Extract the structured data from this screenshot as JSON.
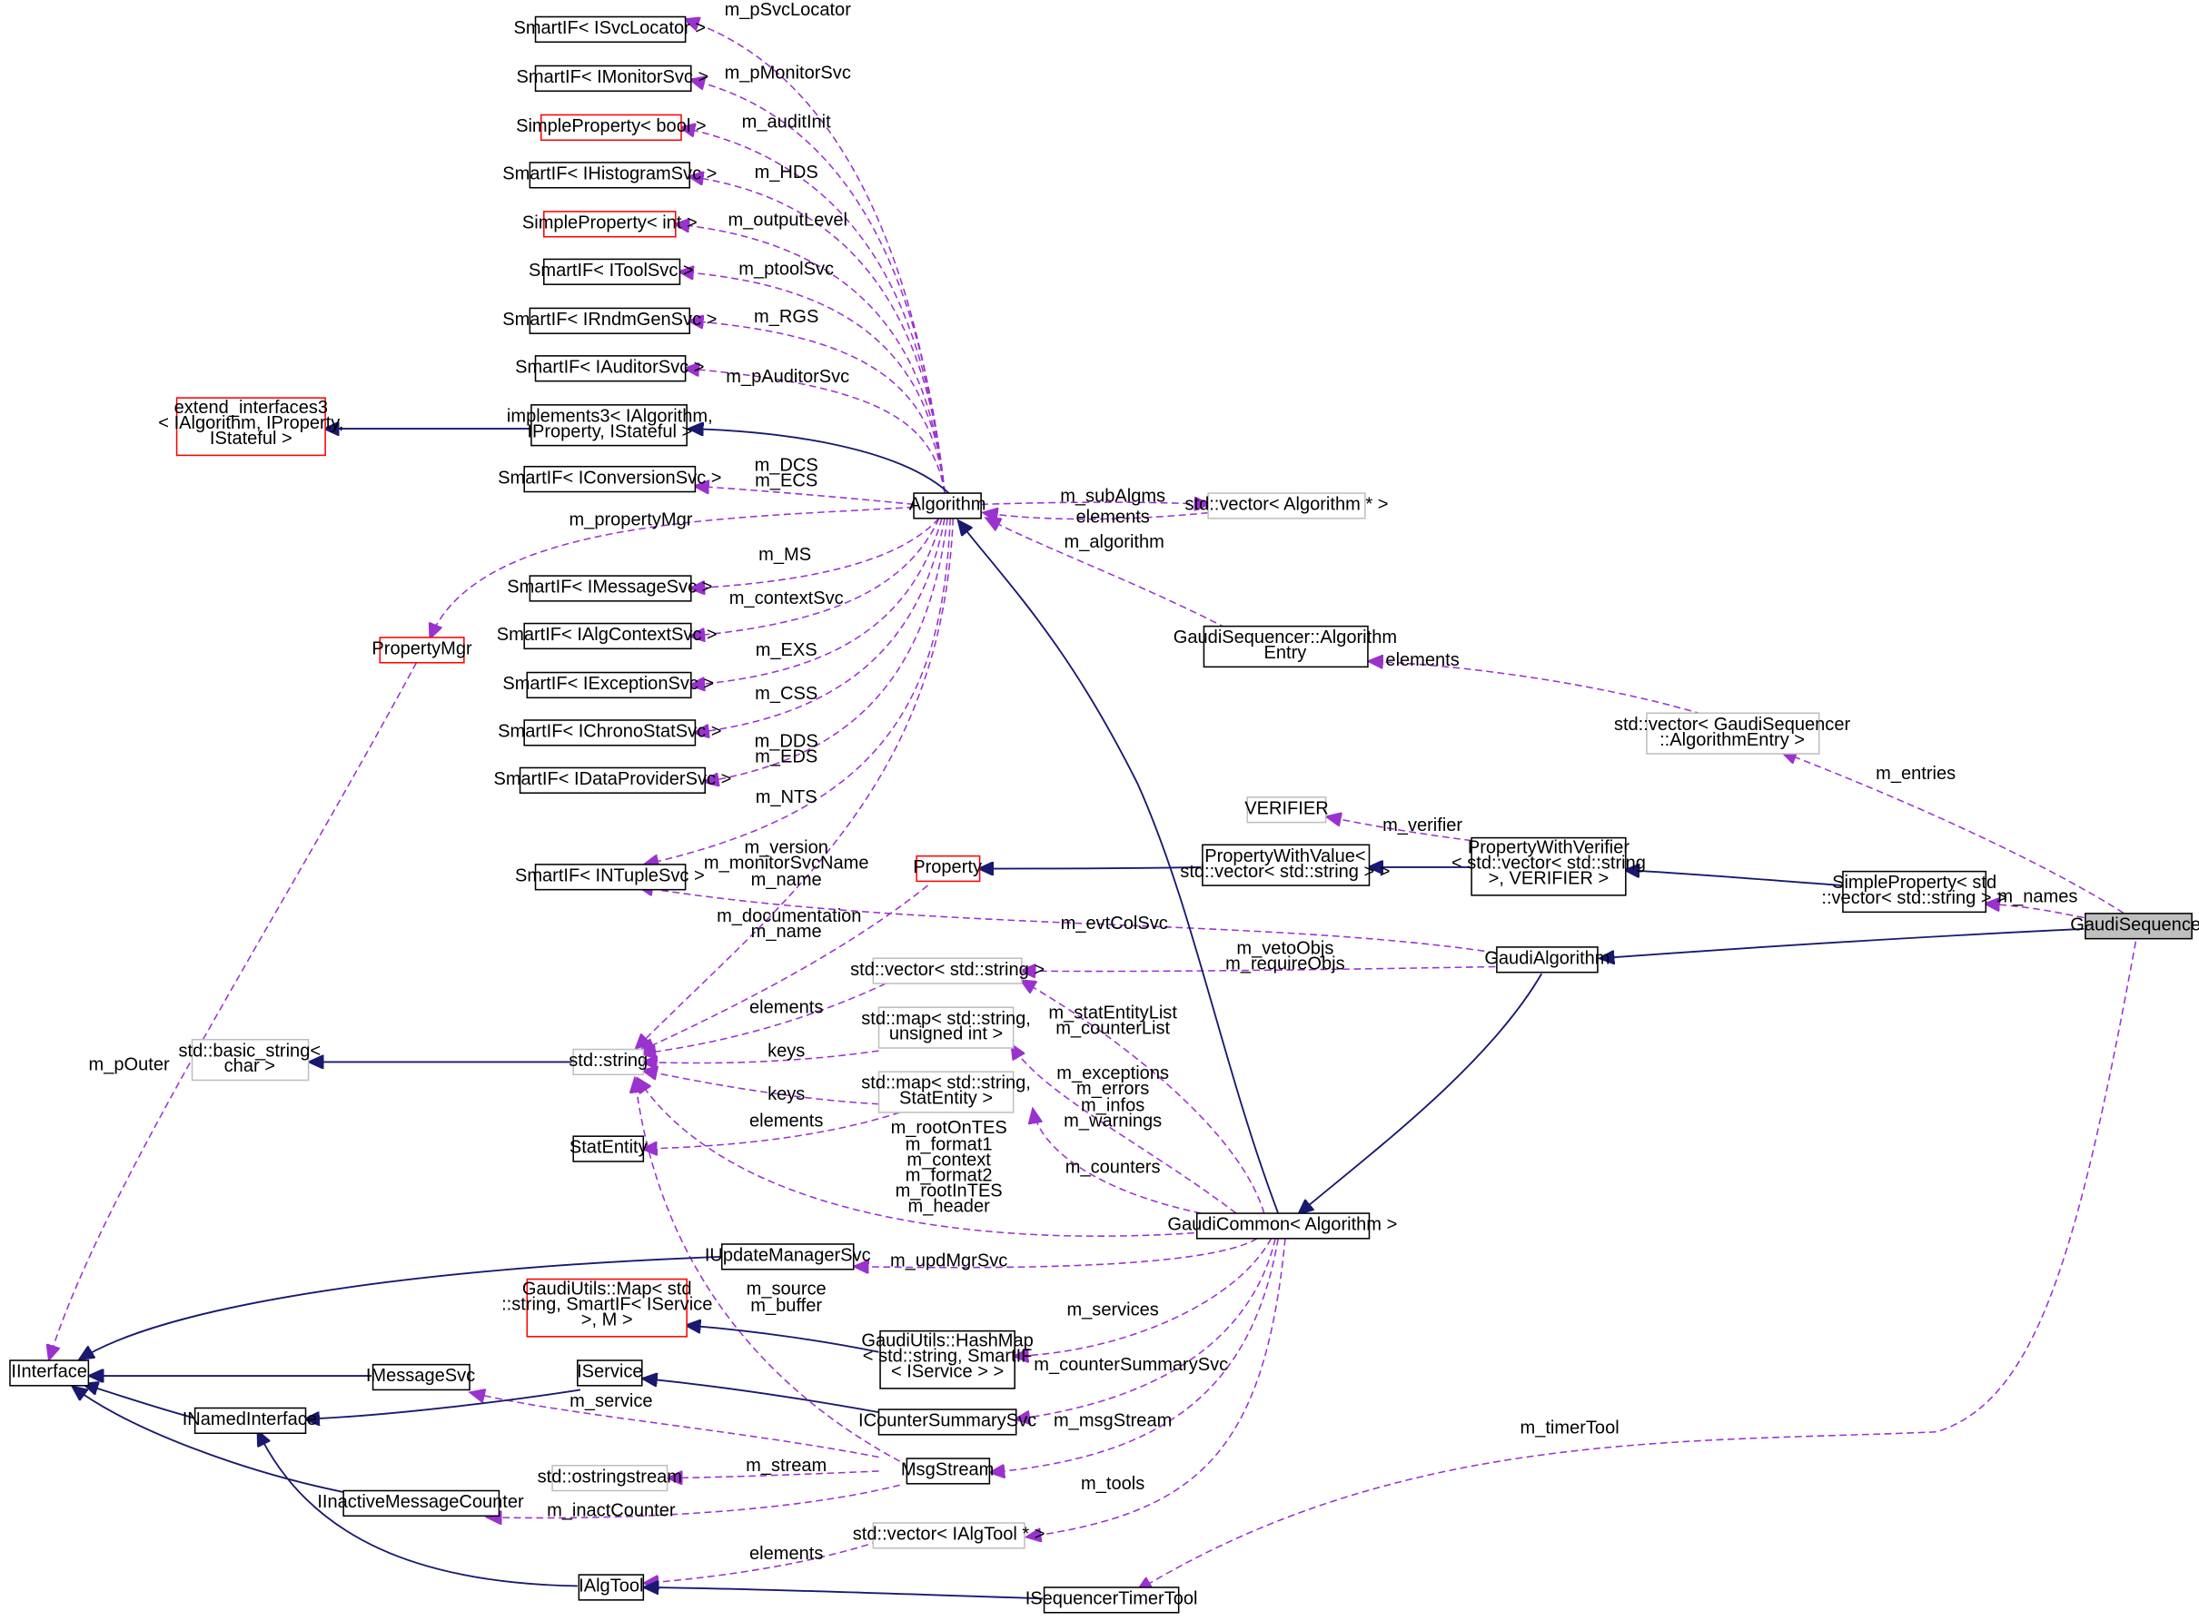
{
  "colors": {
    "inheritance": "#191970",
    "usage": "#9a32cd",
    "box_normal": "#000000",
    "box_incomplete": "#bfbfbf",
    "box_truncated": "#ff0000",
    "box_focus_fill": "#bfbfbf"
  },
  "nodes": {
    "isvclocator": "SmartIF< ISvcLocator >",
    "imonitorsvc": "SmartIF< IMonitorSvc >",
    "simplepropbool": "SimpleProperty< bool >",
    "ihistogramsvc": "SmartIF< IHistogramSvc >",
    "simplepropint": "SimpleProperty< int >",
    "itoolsvc": "SmartIF< IToolSvc >",
    "irndmgensvc": "SmartIF< IRndmGenSvc >",
    "iauditorsvc": "SmartIF< IAuditorSvc >",
    "extend_interfaces3": [
      "extend_interfaces3",
      "< IAlgorithm, IProperty,",
      "IStateful >"
    ],
    "implements3": [
      "implements3< IAlgorithm,",
      "IProperty, IStateful >"
    ],
    "iconversionsvc": "SmartIF< IConversionSvc >",
    "algorithm": "Algorithm",
    "vector_algorithm": "std::vector< Algorithm * >",
    "imessagesvc_sif": "SmartIF< IMessageSvc >",
    "propertymgr": "PropertyMgr",
    "ialgcontextsvc": "SmartIF< IAlgContextSvc >",
    "gs_algorithmentry": [
      "GaudiSequencer::Algorithm",
      "Entry"
    ],
    "iexceptionsvc": "SmartIF< IExceptionSvc >",
    "ichronostatsvc": "SmartIF< IChronoStatSvc >",
    "vector_algentry": [
      "std::vector< GaudiSequencer",
      "::AlgorithmEntry >"
    ],
    "idataprovidersvc": "SmartIF< IDataProviderSvc >",
    "verifier": "VERIFIER",
    "propertywithvalue": [
      "PropertyWithValue<",
      "std::vector< std::string > >"
    ],
    "propertywithverifier": [
      "PropertyWithVerifier",
      "< std::vector< std::string",
      ">, VERIFIER >"
    ],
    "simpleprop_vec": [
      "SimpleProperty< std",
      "::vector< std::string > >"
    ],
    "property": "Property",
    "intuplesvc": "SmartIF< INTupleSvc >",
    "gaudisequencer": "GaudiSequencer",
    "gaudialgorithm": "GaudiAlgorithm",
    "vector_string": "std::vector< std::string >",
    "basic_string": [
      "std::basic_string<",
      "char >"
    ],
    "std_string": "std::string",
    "map_uint": [
      "std::map< std::string,",
      "unsigned int >"
    ],
    "map_statentity": [
      "std::map< std::string,",
      "StatEntity >"
    ],
    "statentity": "StatEntity",
    "gaudicommon": "GaudiCommon< Algorithm >",
    "iupdatemanagersvc": "IUpdateManagerSvc",
    "gu_map": [
      "GaudiUtils::Map< std",
      "::string, SmartIF< IService",
      ">, M >"
    ],
    "gu_hashmap": [
      "GaudiUtils::HashMap",
      "< std::string, SmartIF",
      "< IService > >"
    ],
    "iinterface": "IInterface",
    "imessagesvc": "IMessageSvc",
    "iservice": "IService",
    "inamedinterface": "INamedInterface",
    "icountersummarysvc": "ICounterSummarySvc",
    "ostringstream": "std::ostringstream",
    "msgstream": "MsgStream",
    "iinactivemessagecounter": "IInactiveMessageCounter",
    "vector_ialgtool": "std::vector< IAlgTool * >",
    "ialgtool": "IAlgTool",
    "isequencertimertool": "ISequencerTimerTool"
  },
  "edge_labels": {
    "m_pSvcLocator": "m_pSvcLocator",
    "m_pMonitorSvc": "m_pMonitorSvc",
    "m_auditInit": "m_auditInit",
    "m_HDS": "m_HDS",
    "m_outputLevel": "m_outputLevel",
    "m_ptoolSvc": "m_ptoolSvc",
    "m_RGS": "m_RGS",
    "m_pAuditorSvc": "m_pAuditorSvc",
    "m_DCS_ECS": [
      "m_DCS",
      "m_ECS"
    ],
    "m_subAlgms": "m_subAlgms",
    "elements_algvec": "elements",
    "m_algorithm": "m_algorithm",
    "m_propertyMgr": "m_propertyMgr",
    "m_MS": "m_MS",
    "m_contextSvc": "m_contextSvc",
    "elements_entries": "elements",
    "m_EXS": "m_EXS",
    "m_CSS": "m_CSS",
    "m_entries": "m_entries",
    "m_DDS_EDS": [
      "m_DDS",
      "m_EDS"
    ],
    "m_NTS": "m_NTS",
    "m_verifier": "m_verifier",
    "m_version_group": [
      "m_version",
      "m_monitorSvcName",
      "m_name"
    ],
    "m_names": "m_names",
    "m_documentation_group": [
      "m_documentation",
      "m_name"
    ],
    "m_evtColSvc": "m_evtColSvc",
    "m_veto_require": [
      "m_vetoObjs",
      "m_requireObjs"
    ],
    "elements_strvec": "elements",
    "m_statEntity_counter": [
      "m_statEntityList",
      "m_counterList"
    ],
    "m_pOuter": "m_pOuter",
    "keys_uint": "keys",
    "m_exceptions_group": [
      "m_exceptions",
      "m_errors",
      "m_infos",
      "m_warnings"
    ],
    "keys_stat": "keys",
    "elements_stat": "elements",
    "m_rootOnTES_group": [
      "m_rootOnTES",
      "m_format1",
      "m_context",
      "m_format2",
      "m_rootInTES",
      "m_header"
    ],
    "m_counters": "m_counters",
    "m_updMgrSvc": "m_updMgrSvc",
    "m_source_buffer": [
      "m_source",
      "m_buffer"
    ],
    "m_services": "m_services",
    "m_service": "m_service",
    "m_counterSummarySvc": "m_counterSummarySvc",
    "m_timerTool": "m_timerTool",
    "m_msgStream": "m_msgStream",
    "m_stream": "m_stream",
    "m_tools": "m_tools",
    "m_inactCounter": "m_inactCounter",
    "elements_tools": "elements"
  }
}
